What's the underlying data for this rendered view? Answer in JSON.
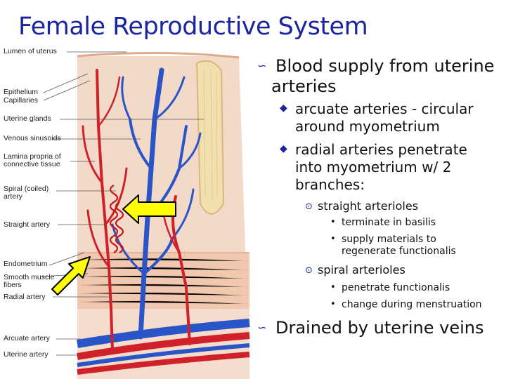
{
  "slide": {
    "title": "Female Reproductive System"
  },
  "figure": {
    "labels": [
      "Lumen of uterus",
      "Epithelium",
      "Capillaries",
      "Uterine glands",
      "Venous sinusoids",
      "Lamina propria of",
      "connective tissue",
      "Spiral (coiled)",
      "artery",
      "Straight artery",
      "Endometrium",
      "Smooth muscle",
      "fibers",
      "Radial artery",
      "Arcuate artery",
      "Uterine artery"
    ]
  },
  "bullets": {
    "b1_line1": "Blood supply from uterine",
    "b1_line2": "arteries",
    "sub1_line1": "arcuate arteries - circular",
    "sub1_line2": "around myometrium",
    "sub2_line1": "radial arteries penetrate",
    "sub2_line2": "into myometrium w/ 2",
    "sub2_line3": "branches:",
    "straight": "straight arterioles",
    "straight_1": "terminate in basilis",
    "straight_2a": "supply materials to",
    "straight_2b": "regenerate functionalis",
    "spiral": "spiral arterioles",
    "spiral_1": "penetrate functionalis",
    "spiral_2": "change during menstruation",
    "b2": "Drained by uterine veins"
  },
  "icons": {
    "level1": "swirl-bullet-icon",
    "level2": "diamond-bullet-icon",
    "level3": "circle-dot-bullet-icon",
    "level4": "dot-bullet-icon",
    "arrows": "yellow-arrow-icon"
  },
  "colors": {
    "title": "#1a23a0",
    "bullet": "#1a23a0",
    "artery": "#d0202a",
    "vein": "#2a55c8",
    "arrow": "#ffff00"
  }
}
